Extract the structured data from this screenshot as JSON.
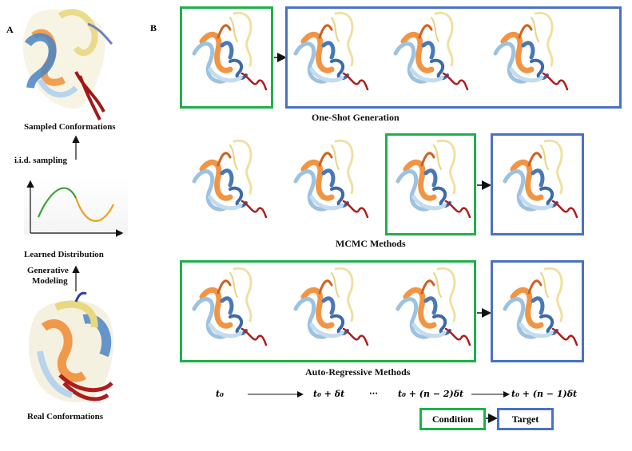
{
  "panel_a": {
    "label": "A",
    "top_caption": "Sampled Conformations",
    "sampling_label": "i.i.d. sampling",
    "dist_caption": "Learned Distribution",
    "modeling_label_1": "Generative",
    "modeling_label_2": "Modeling",
    "bottom_caption": "Real Conformations"
  },
  "panel_b": {
    "label": "B",
    "row1_caption": "One-Shot Generation",
    "row2_caption": "MCMC Methods",
    "row3_caption": "Auto-Regressive Methods",
    "timeline": {
      "t0": "t₀",
      "t1": "t₀ + δt",
      "ellipsis": "⋯",
      "t2": "t₀ + (n − 2)δt",
      "t3": "t₀ + (n − 1)δt"
    },
    "legend_condition": "Condition",
    "legend_target": "Target"
  },
  "colors": {
    "condition_border": "#1fb04b",
    "target_border": "#4a72c4",
    "curve_green": "#3aa13a",
    "curve_orange": "#f0a020"
  }
}
